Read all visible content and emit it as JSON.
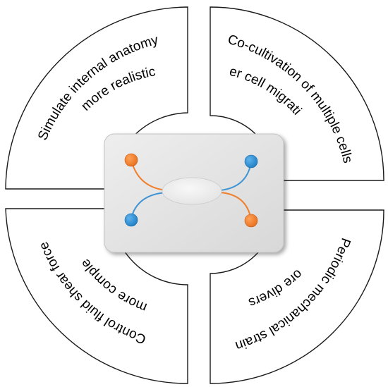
{
  "segments": {
    "top_left": {
      "line1": "Simulate internal anatomy",
      "line2": "more realistic"
    },
    "top_right": {
      "line1": "Co-cultivation of multiple cells",
      "line2": "freer cell migration"
    },
    "bottom_left": {
      "line1": "Control fluid shear force",
      "line2": "more complex"
    },
    "bottom_right": {
      "line1": "Periodic mechanical strain",
      "line2": "more diverse"
    }
  },
  "chip": {
    "background_color": "#e6e6e6",
    "port_colors": {
      "orange": "#f07f2c",
      "blue": "#2f8fd1"
    },
    "channel_colors": {
      "orange": "#f07f2c",
      "blue": "#3f95d4"
    }
  }
}
